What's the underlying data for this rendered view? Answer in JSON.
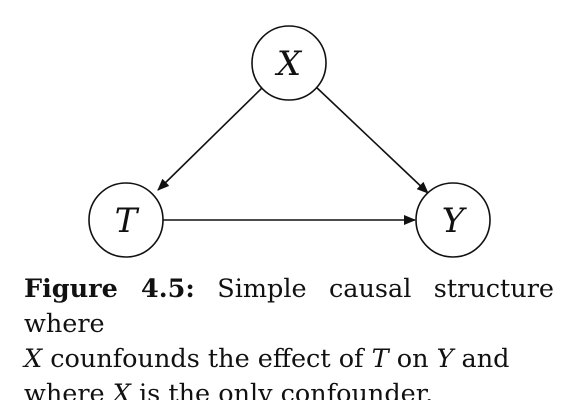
{
  "diagram": {
    "nodes": [
      {
        "id": "X",
        "label": "X"
      },
      {
        "id": "T",
        "label": "T"
      },
      {
        "id": "Y",
        "label": "Y"
      }
    ],
    "edges": [
      {
        "from": "X",
        "to": "T"
      },
      {
        "from": "X",
        "to": "Y"
      },
      {
        "from": "T",
        "to": "Y"
      }
    ]
  },
  "caption": {
    "label": "Figure 4.5:",
    "line1_text": " Simple causal structure where",
    "var_x_1": "X",
    "line2_a": " counfounds the effect of ",
    "var_t": "T",
    "line2_b": " on ",
    "var_y": "Y",
    "line2_c": " and",
    "line3_a": "where ",
    "var_x_2": "X",
    "line3_b": " is the only confounder."
  }
}
